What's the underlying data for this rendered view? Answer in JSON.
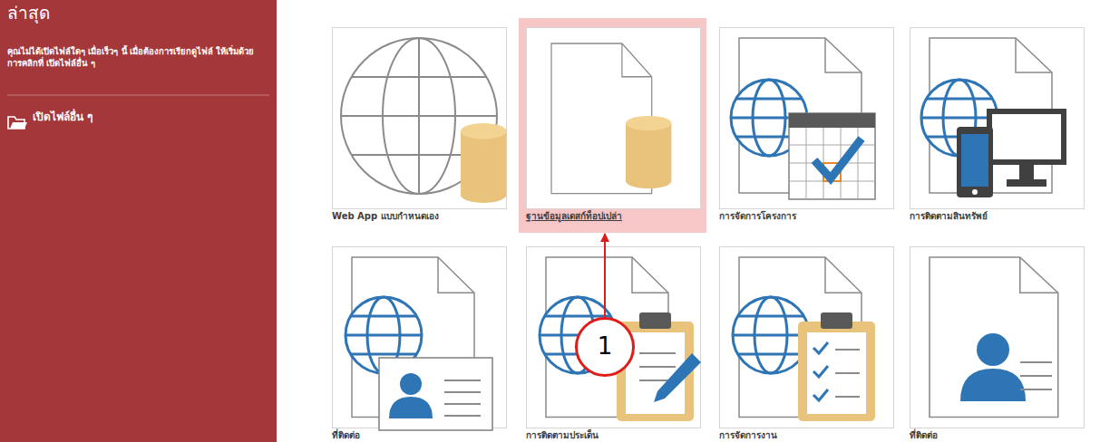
{
  "diagram": {
    "nodes": [
      {
        "text": [
          "ล่าสุด",
          "คุณไม่ได้เปิดไฟล์ใดๆ เมื่อเร็วๆ นี้ เมื่อต้องการเรียกดูไฟล์ ให้เริ่มด้วยการคลิกที่ เปิดไฟล์อื่น ๆ",
          "เปิดไฟล์อื่น ๆ"
        ]
      },
      {
        "text": [
          "Web App แบบกำหนดเอง"
        ]
      },
      {
        "text": [
          "ฐานข้อมูลเดสก์ท็อปเปล่า"
        ]
      },
      {
        "text": [
          "การจัดการโครงการ"
        ]
      },
      {
        "text": [
          "การติดตามสินทรัพย์"
        ]
      },
      {
        "text": [
          "ที่ติดต่อ"
        ]
      },
      {
        "text": [
          "การติดตามประเด็น"
        ]
      },
      {
        "text": [
          "การจัดการงาน"
        ]
      },
      {
        "text": [
          "ที่ติดต่อ"
        ]
      },
      {
        "text": [
          "1"
        ]
      }
    ],
    "edges": [
      {
        "from": 9,
        "to": 2,
        "arrow": "to"
      }
    ]
  }
}
